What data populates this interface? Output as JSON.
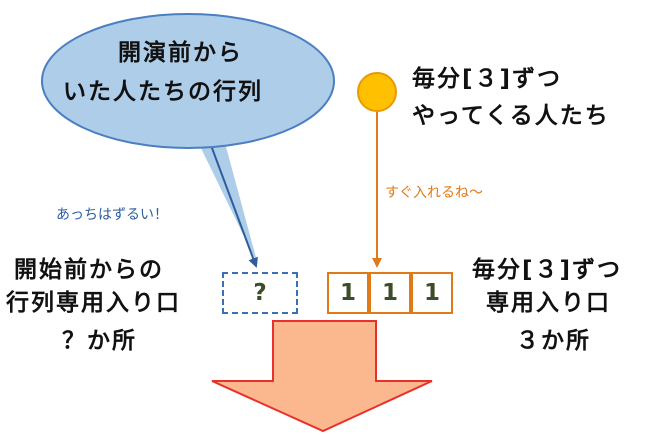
{
  "bubble": {
    "line1": "開演前から",
    "line2": "いた人たちの行列"
  },
  "arrival": {
    "line1": "毎分[３]ずつ",
    "line2": "やってくる人たち",
    "note": "すぐ入れるね〜"
  },
  "left_gate": {
    "line1": "開始前からの",
    "line2": "行列専用入り口",
    "line3": "？か所",
    "note": "あっちはずるい！",
    "slot_value": "?"
  },
  "right_gate": {
    "line1": "毎分[３]ずつ",
    "line2": "専用入り口",
    "line3": "３か所",
    "slots": [
      "1",
      "1",
      "1"
    ]
  },
  "colors": {
    "bubble_fill": "#aecde9",
    "bubble_stroke": "#4b7fc1",
    "dot_fill": "#ffc000",
    "arrow_orange": "#e07a18",
    "arrow_blue": "#2e5d9e",
    "big_arrow_fill": "#fbb78d",
    "big_arrow_stroke": "#e8312a"
  }
}
